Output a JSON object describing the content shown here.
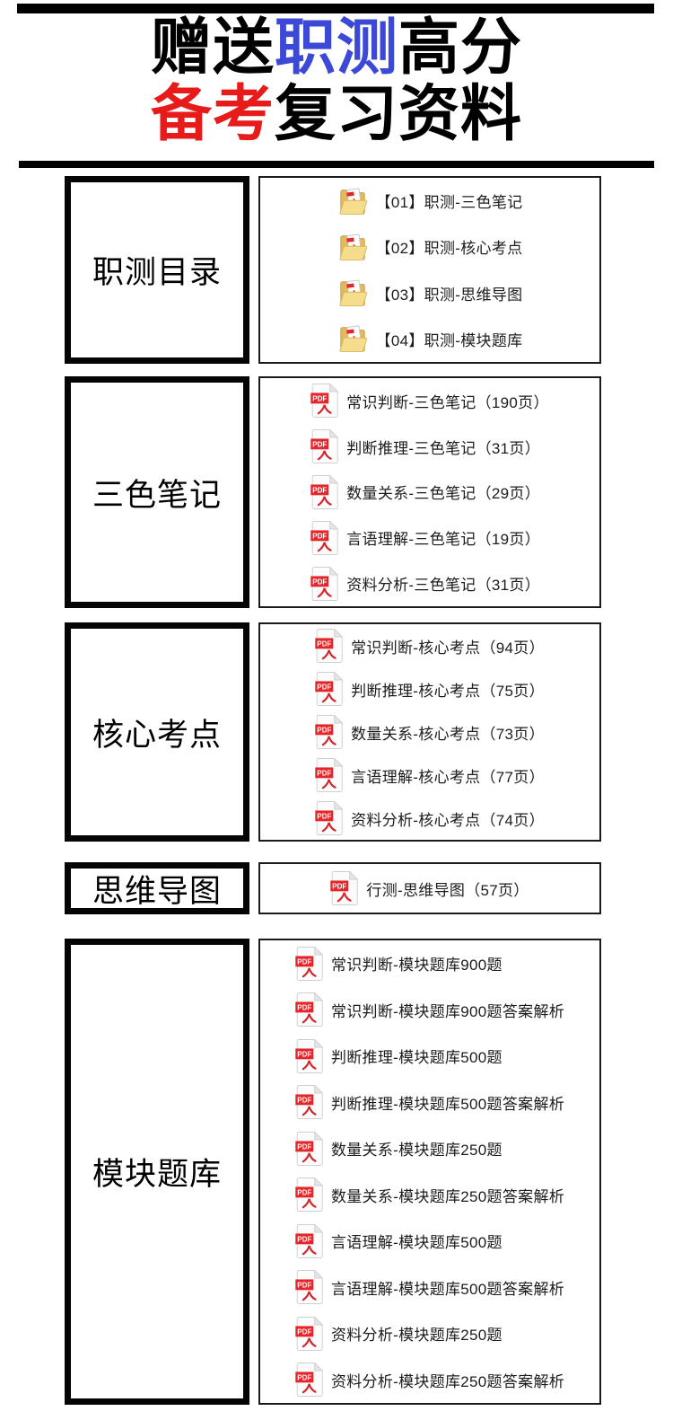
{
  "header": {
    "line1": [
      {
        "text": "赠送",
        "color": "#000000"
      },
      {
        "text": "职测",
        "color": "#3c49d6"
      },
      {
        "text": "高分",
        "color": "#000000"
      }
    ],
    "line2": [
      {
        "text": "备考",
        "color": "#e81b1b"
      },
      {
        "text": "复习资料",
        "color": "#000000"
      }
    ]
  },
  "icons": {
    "pdf_label": "PDF"
  },
  "colors": {
    "accent_blue": "#3c49d6",
    "accent_red": "#e81b1b",
    "bar_black": "#000000",
    "pdf_red": "#e5252a",
    "folder_yellow": "#f0d080"
  },
  "sections": [
    {
      "label": "职测目录",
      "icon": "folder-pdf-icon",
      "items": [
        "【01】职测-三色笔记",
        "【02】职测-核心考点",
        "【03】职测-思维导图",
        "【04】职测-模块题库"
      ]
    },
    {
      "label": "三色笔记",
      "icon": "pdf-icon",
      "items": [
        "常识判断-三色笔记（190页）",
        "判断推理-三色笔记（31页）",
        "数量关系-三色笔记（29页）",
        "言语理解-三色笔记（19页）",
        "资料分析-三色笔记（31页）"
      ]
    },
    {
      "label": "核心考点",
      "icon": "pdf-icon",
      "items": [
        "常识判断-核心考点（94页）",
        "判断推理-核心考点（75页）",
        "数量关系-核心考点（73页）",
        "言语理解-核心考点（77页）",
        "资料分析-核心考点（74页）"
      ]
    },
    {
      "label": "思维导图",
      "icon": "pdf-icon",
      "items": [
        "行测-思维导图（57页）"
      ]
    },
    {
      "label": "模块题库",
      "icon": "pdf-icon",
      "items": [
        "常识判断-模块题库900题",
        "常识判断-模块题库900题答案解析",
        "判断推理-模块题库500题",
        "判断推理-模块题库500题答案解析",
        "数量关系-模块题库250题",
        "数量关系-模块题库250题答案解析",
        "言语理解-模块题库500题",
        "言语理解-模块题库500题答案解析",
        "资料分析-模块题库250题",
        "资料分析-模块题库250题答案解析"
      ]
    }
  ]
}
